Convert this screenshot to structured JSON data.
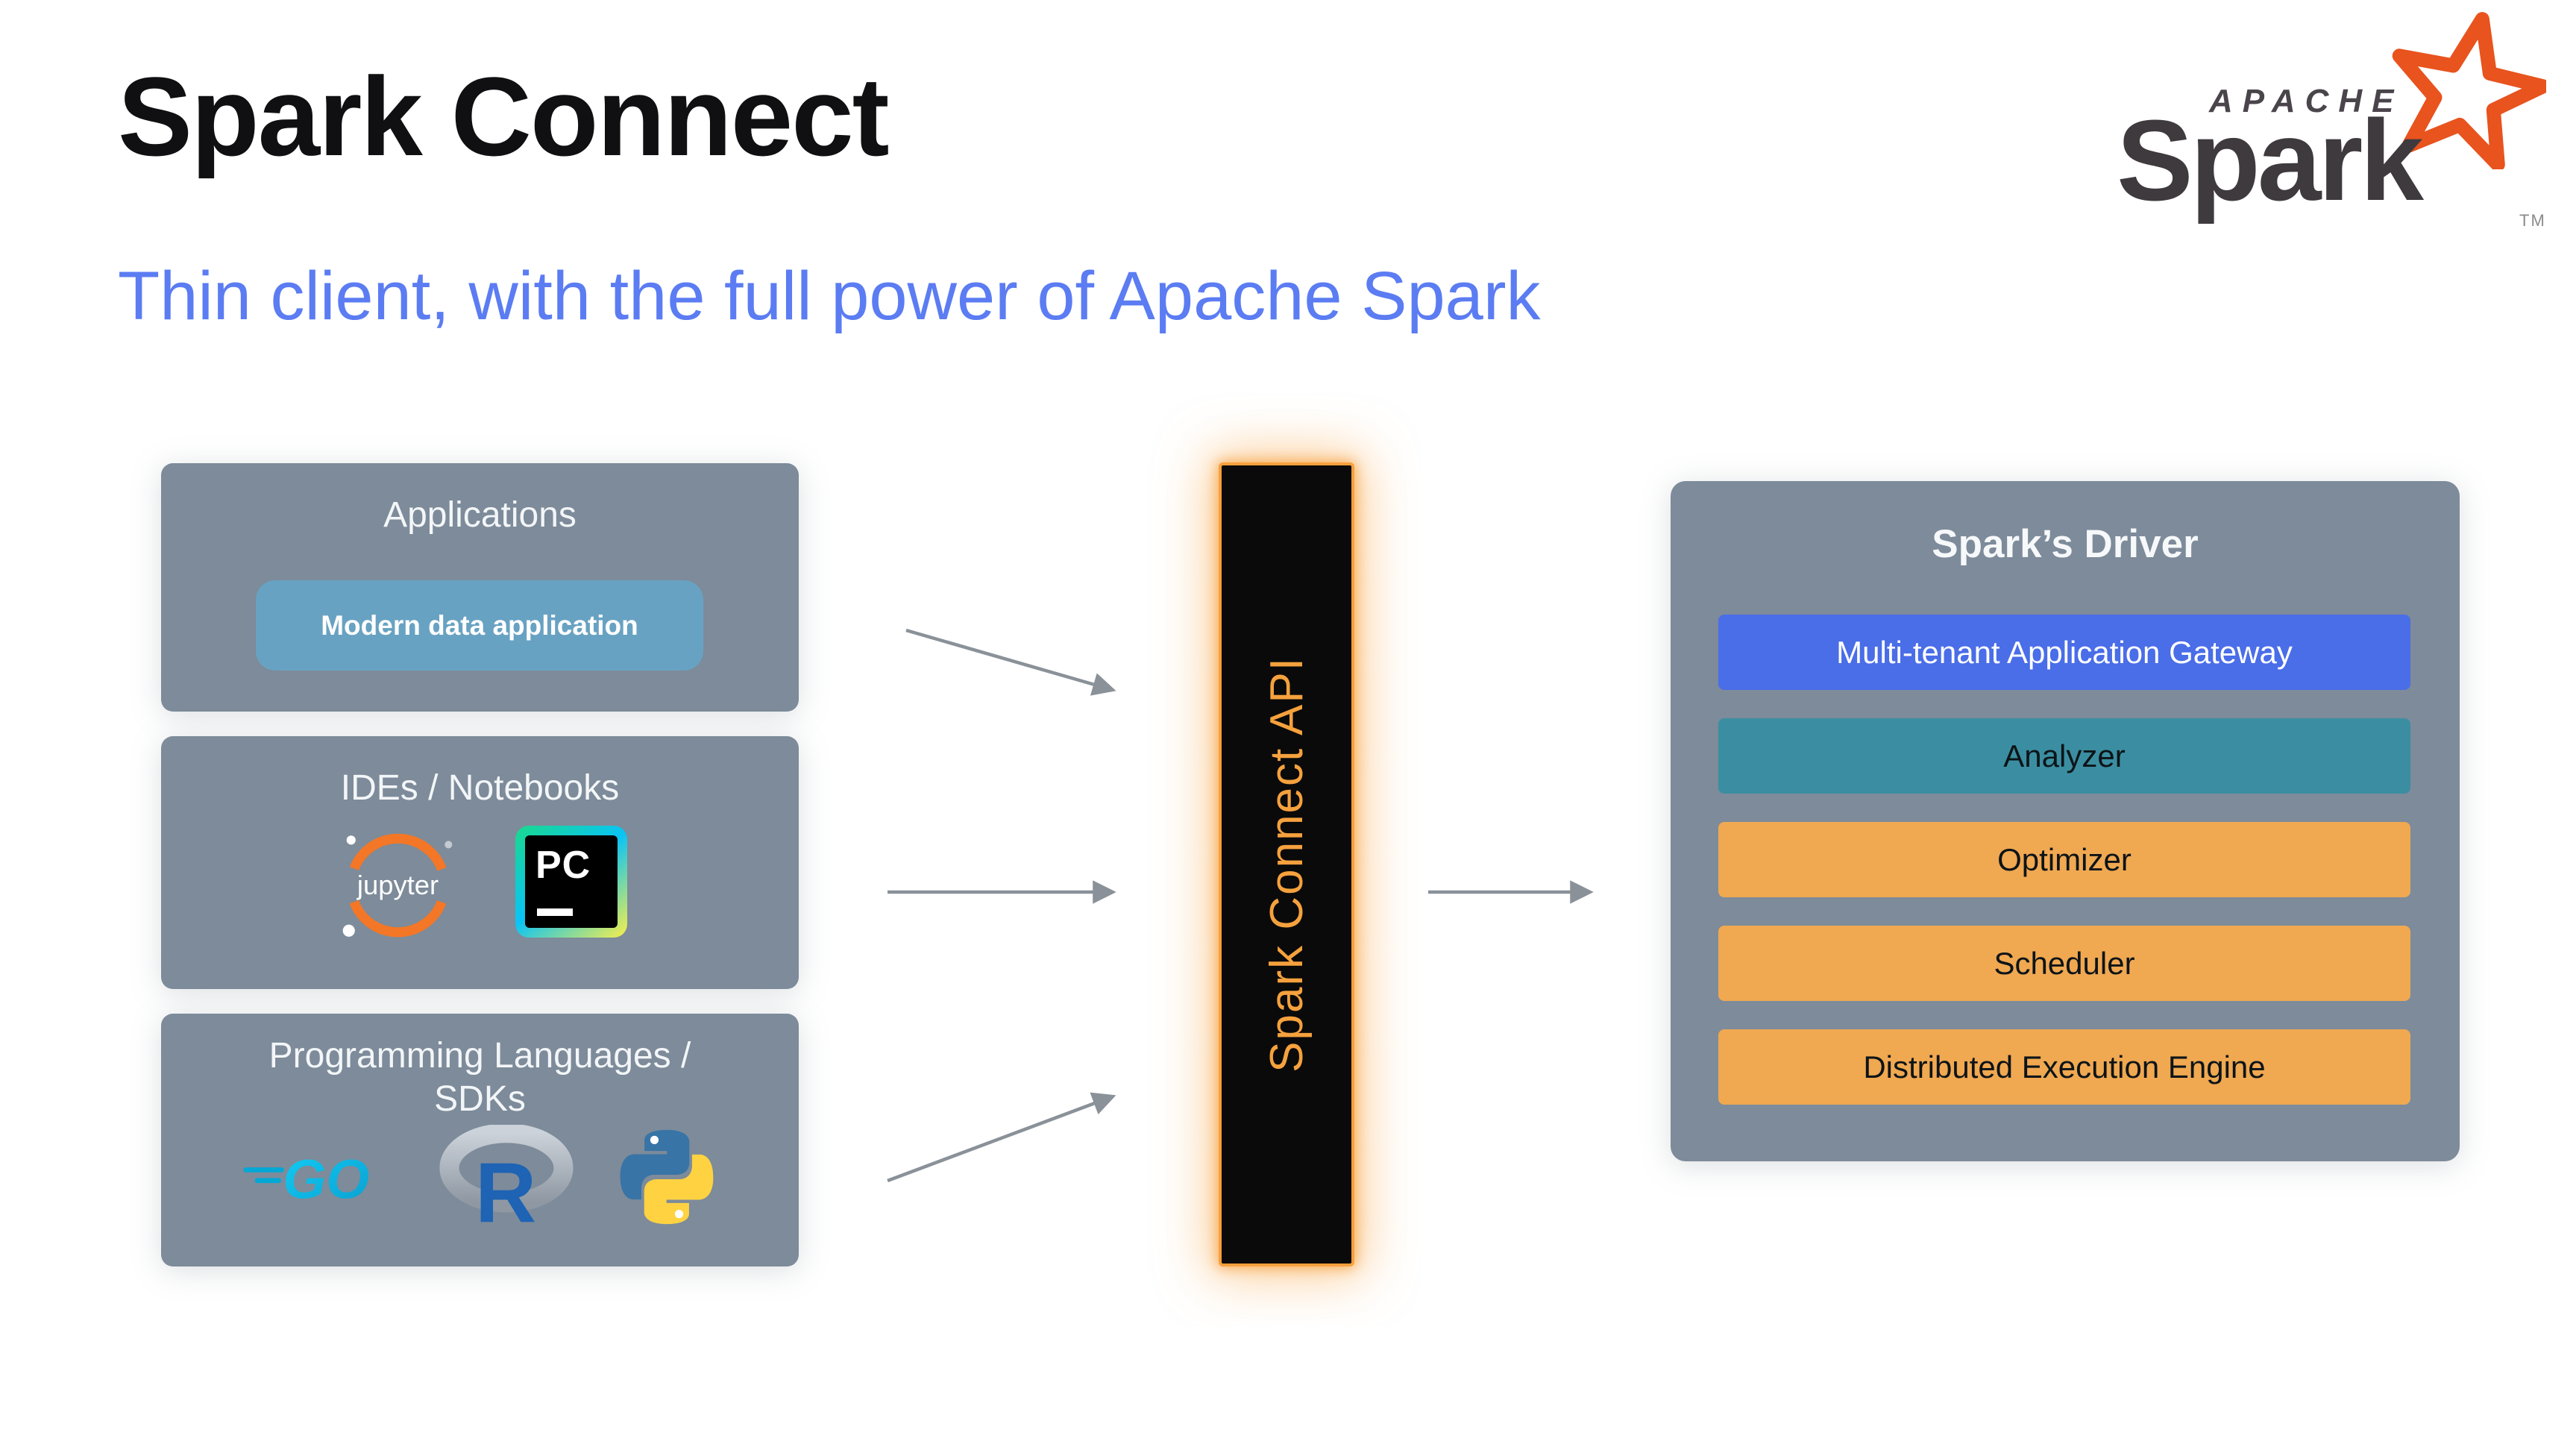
{
  "slide": {
    "title": "Spark Connect",
    "subtitle": "Thin client, with the full power of Apache Spark"
  },
  "logo": {
    "apache": "APACHE",
    "spark": "Spark",
    "tm": "TM"
  },
  "left_boxes": {
    "applications": {
      "title": "Applications",
      "chip": "Modern data application"
    },
    "ides": {
      "title": "IDEs / Notebooks",
      "jupyter_label": "jupyter",
      "pycharm_label": "PC"
    },
    "languages": {
      "title_line1": "Programming Languages /",
      "title_line2": "SDKs",
      "go_label": "GO",
      "r_label": "R"
    }
  },
  "connector": {
    "label": "Spark Connect API"
  },
  "driver": {
    "title": "Spark’s Driver",
    "components": [
      {
        "label": "Multi-tenant Application Gateway",
        "color": "#4a6de8",
        "text_color": "#ffffff"
      },
      {
        "label": "Analyzer",
        "color": "#3b8ea1",
        "text_color": "#0d1418"
      },
      {
        "label": "Optimizer",
        "color": "#f0a851",
        "text_color": "#0d1418"
      },
      {
        "label": "Scheduler",
        "color": "#f0a851",
        "text_color": "#0d1418"
      },
      {
        "label": "Distributed Execution Engine",
        "color": "#f0a851",
        "text_color": "#0d1418"
      }
    ]
  },
  "colors": {
    "subtitle_blue": "#5b7cf2",
    "box_slate": "#7d8b9a",
    "chip_blue": "#68a2c2",
    "connector_bg": "#0a0a0a",
    "connector_text": "#f5a13d",
    "connector_glow": "#f9a03c",
    "arrow_gray": "#8a9199",
    "spark_star_orange": "#e8531e",
    "logo_text_gray": "#3f3a3e"
  }
}
